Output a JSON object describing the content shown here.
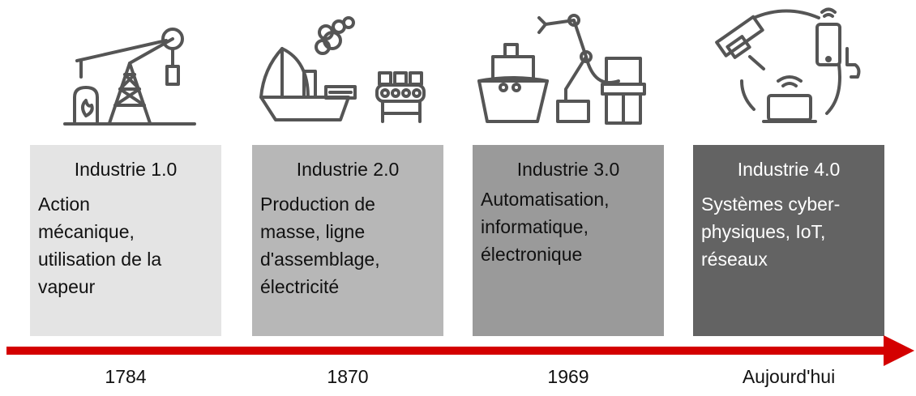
{
  "stages": [
    {
      "title": "Industrie 1.0",
      "description": "Action mécanique, utilisation de la vapeur",
      "description_lines": [
        "Action",
        "mécanique,",
        "utilisation de la",
        "vapeur"
      ],
      "year": "1784",
      "icon": "steam-pump-icon",
      "bg": "#e4e4e4",
      "fg": "#111111"
    },
    {
      "title": "Industrie 2.0",
      "description": "Production de masse, ligne d'assemblage, électricité",
      "description_lines": [
        "Production de",
        "masse, ligne",
        "d'assemblage,",
        "électricité"
      ],
      "year": "1870",
      "icon": "factory-ship-conveyor-icon",
      "bg": "#b7b7b7",
      "fg": "#111111"
    },
    {
      "title": "Industrie 3.0",
      "description": "Automatisation, informatique, électronique",
      "description_lines": [
        "Automatisation,",
        "informatique,",
        "électronique"
      ],
      "year": "1969",
      "icon": "robot-arm-computer-icon",
      "bg": "#9a9a9a",
      "fg": "#111111"
    },
    {
      "title": "Industrie 4.0",
      "description": "Systèmes cyber-physiques, IoT, réseaux",
      "description_lines": [
        "Systèmes cyber-",
        "physiques, IoT,",
        "réseaux"
      ],
      "year": "Aujourd'hui",
      "icon": "connected-devices-icon",
      "bg": "#636363",
      "fg": "#ffffff"
    }
  ],
  "colors": {
    "arrow": "#d40000",
    "icon_stroke": "#555555"
  }
}
